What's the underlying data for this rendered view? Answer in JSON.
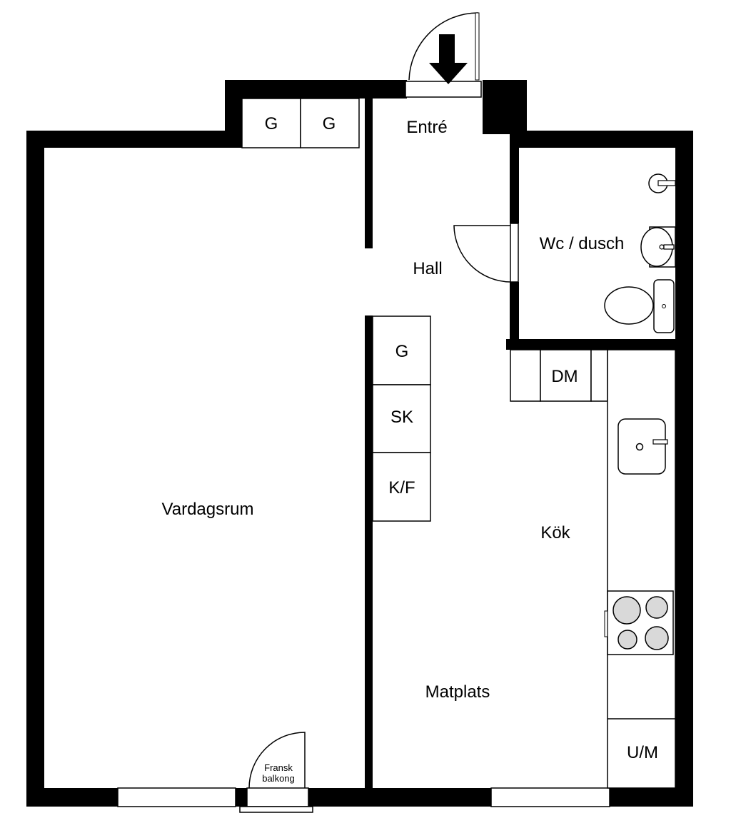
{
  "rooms": {
    "entre": "Entré",
    "hall": "Hall",
    "wc": "Wc / dusch",
    "vardagsrum": "Vardagsrum",
    "kok": "Kök",
    "matplats": "Matplats"
  },
  "fixtures": {
    "wardrobe_top_1": "G",
    "wardrobe_top_2": "G",
    "wardrobe_mid": "G",
    "freezer": "SK",
    "fridge": "K/F",
    "dishwasher": "DM",
    "oven": "U/M"
  },
  "balcony": {
    "line1": "Fransk",
    "line2": "balkong"
  },
  "icons": {
    "entrance": "entrance-arrow-icon",
    "sink": "sink-icon",
    "stove": "stove-icon",
    "toilet": "toilet-icon",
    "shower": "shower-icon",
    "basin": "washbasin-icon"
  },
  "colors": {
    "wall": "#000000",
    "background": "#ffffff",
    "fixture_fill": "#ffffff",
    "hob_fill": "#d9d9d9"
  }
}
